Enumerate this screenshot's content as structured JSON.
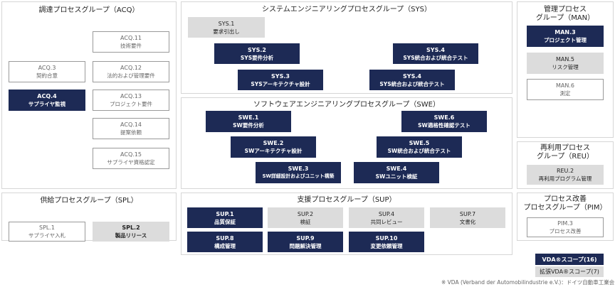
{
  "colors": {
    "navy": "#1d2a55",
    "gray": "#dcdcdc",
    "border": "#9a9a9a"
  },
  "acq": {
    "title": "調達プロセスグループ（ACQ）",
    "items": [
      {
        "code": "ACQ.3",
        "name": "契約合意"
      },
      {
        "code": "ACQ.4",
        "name": "サプライヤ監視"
      },
      {
        "code": "ACQ.11",
        "name": "技術要件"
      },
      {
        "code": "ACQ.12",
        "name": "法的および管理要件"
      },
      {
        "code": "ACQ.13",
        "name": "プロジェクト要件"
      },
      {
        "code": "ACQ.14",
        "name": "提案依頼"
      },
      {
        "code": "ACQ.15",
        "name": "サプライヤ資格認定"
      }
    ]
  },
  "sys": {
    "title": "システムエンジニアリングプロセスグループ（SYS）",
    "items": [
      {
        "code": "SYS.1",
        "name": "要求引出し"
      },
      {
        "code": "SYS.2",
        "name": "SYS要件分析"
      },
      {
        "code": "SYS.3",
        "name": "SYSアーキテクチャ設計"
      },
      {
        "code": "SYS.4",
        "name": "SYS統合および統合テスト"
      },
      {
        "code": "SYS.4",
        "name": "SYS統合および統合テスト"
      }
    ]
  },
  "swe": {
    "title": "ソフトウェアエンジニアリングプロセスグループ（SWE）",
    "items": [
      {
        "code": "SWE.1",
        "name": "SW要件分析"
      },
      {
        "code": "SWE.2",
        "name": "SWアーキテクチャ設計"
      },
      {
        "code": "SWE.3",
        "name": "SW詳細設計およびユニット構築"
      },
      {
        "code": "SWE.4",
        "name": "SWユニット検証"
      },
      {
        "code": "SWE.5",
        "name": "SW統合および統合テスト"
      },
      {
        "code": "SWE.6",
        "name": "SW適格性確認テスト"
      }
    ]
  },
  "man": {
    "title": "管理プロセス\nグループ（MAN）",
    "items": [
      {
        "code": "MAN.3",
        "name": "プロジェクト管理"
      },
      {
        "code": "MAN.5",
        "name": "リスク管理"
      },
      {
        "code": "MAN.6",
        "name": "測定"
      }
    ]
  },
  "reu": {
    "title": "再利用プロセス\nグループ（REU）",
    "items": [
      {
        "code": "REU.2",
        "name": "再利用プログラム管理"
      }
    ]
  },
  "pim": {
    "title": "プロセス改善\nプロセスグループ（PIM）",
    "items": [
      {
        "code": "PIM.3",
        "name": "プロセス改善"
      }
    ]
  },
  "spl": {
    "title": "供給プロセスグループ（SPL）",
    "items": [
      {
        "code": "SPL.1",
        "name": "サプライヤ入札"
      },
      {
        "code": "SPL.2",
        "name": "製品リリース"
      }
    ]
  },
  "sup": {
    "title": "支援プロセスグループ（SUP）",
    "items": [
      {
        "code": "SUP.1",
        "name": "品質保証"
      },
      {
        "code": "SUP.2",
        "name": "検証"
      },
      {
        "code": "SUP.4",
        "name": "共同レビュー"
      },
      {
        "code": "SUP.7",
        "name": "文書化"
      },
      {
        "code": "SUP.8",
        "name": "構成管理"
      },
      {
        "code": "SUP.9",
        "name": "問題解決管理"
      },
      {
        "code": "SUP.10",
        "name": "変更依頼管理"
      }
    ]
  },
  "legend": {
    "vda": "VDA®スコープ(16)",
    "extended": "拡張VDA®スコープ(7)"
  },
  "footnote": "※ VDA (Verband der Automobilindustrie e.V.)：ドイツ自動車工業会"
}
